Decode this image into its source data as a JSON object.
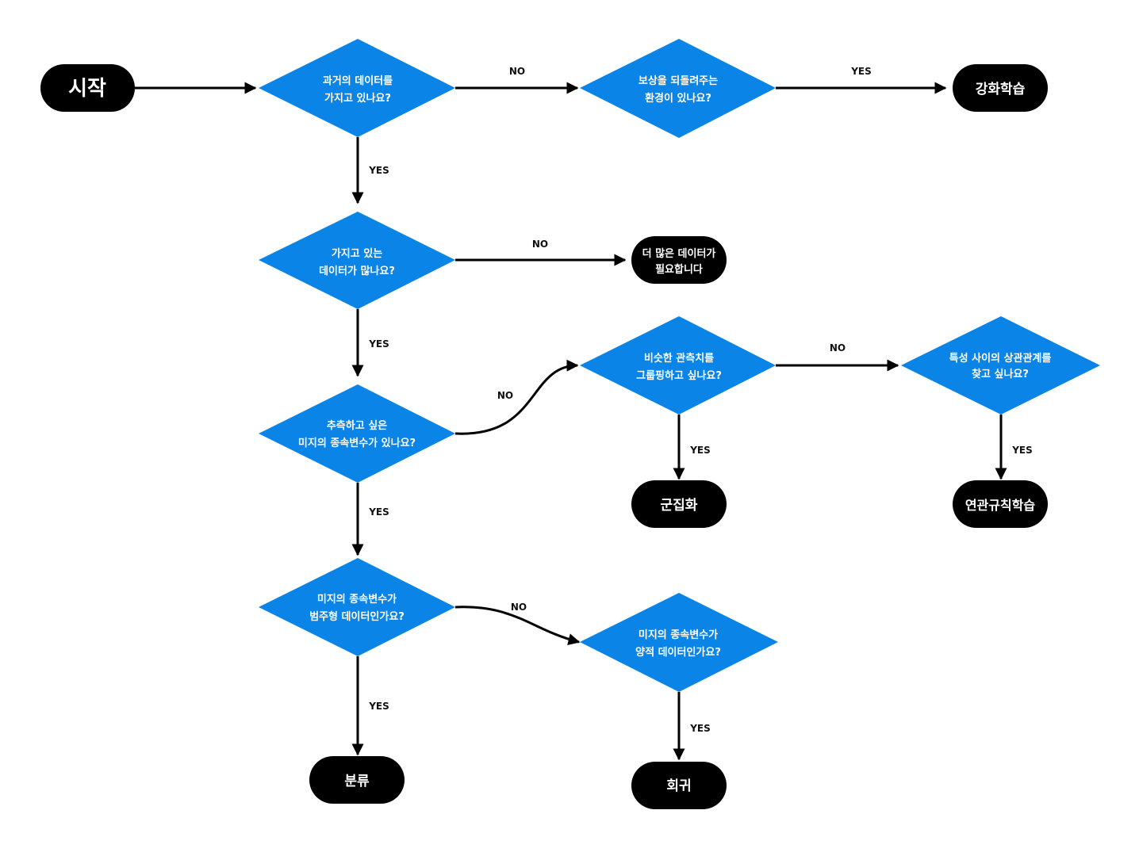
{
  "colors": {
    "decision_fill": "#0a84e6",
    "terminal_fill": "#000000",
    "text_on_shape": "#ffffff",
    "edge": "#000000"
  },
  "terminals": {
    "start": "시작",
    "reinforcement": "강화학습",
    "need_more_data": [
      "더 많은 데이터가",
      "필요합니다"
    ],
    "clustering": "군집화",
    "association": "연관규칙학습",
    "classification": "분류",
    "regression": "회귀"
  },
  "decisions": {
    "has_past_data": [
      "과거의 데이터를",
      "가지고 있나요?"
    ],
    "has_reward_env": [
      "보상을 되돌려주는",
      "환경이 있나요?"
    ],
    "has_much_data": [
      "가지고 있는",
      "데이터가 많나요?"
    ],
    "predict_unknown": [
      "추측하고 싶은",
      "미지의 종속변수가 있나요?"
    ],
    "group_similar": [
      "비슷한 관측치를",
      "그룹핑하고 싶나요?"
    ],
    "find_correlation": [
      "특성 사이의 상관관계를",
      "찾고 싶나요?"
    ],
    "is_categorical": [
      "미지의 종속변수가",
      "범주형 데이터인가요?"
    ],
    "is_quantitative": [
      "미지의 종속변수가",
      "양적 데이터인가요?"
    ]
  },
  "edge_labels": {
    "past_no": "NO",
    "reward_yes": "YES",
    "past_yes": "YES",
    "much_no": "NO",
    "much_yes": "YES",
    "predict_no": "NO",
    "group_no": "NO",
    "group_yes": "YES",
    "corr_yes": "YES",
    "predict_yes": "YES",
    "categorical_no": "NO",
    "categorical_yes": "YES",
    "quantitative_yes": "YES"
  }
}
